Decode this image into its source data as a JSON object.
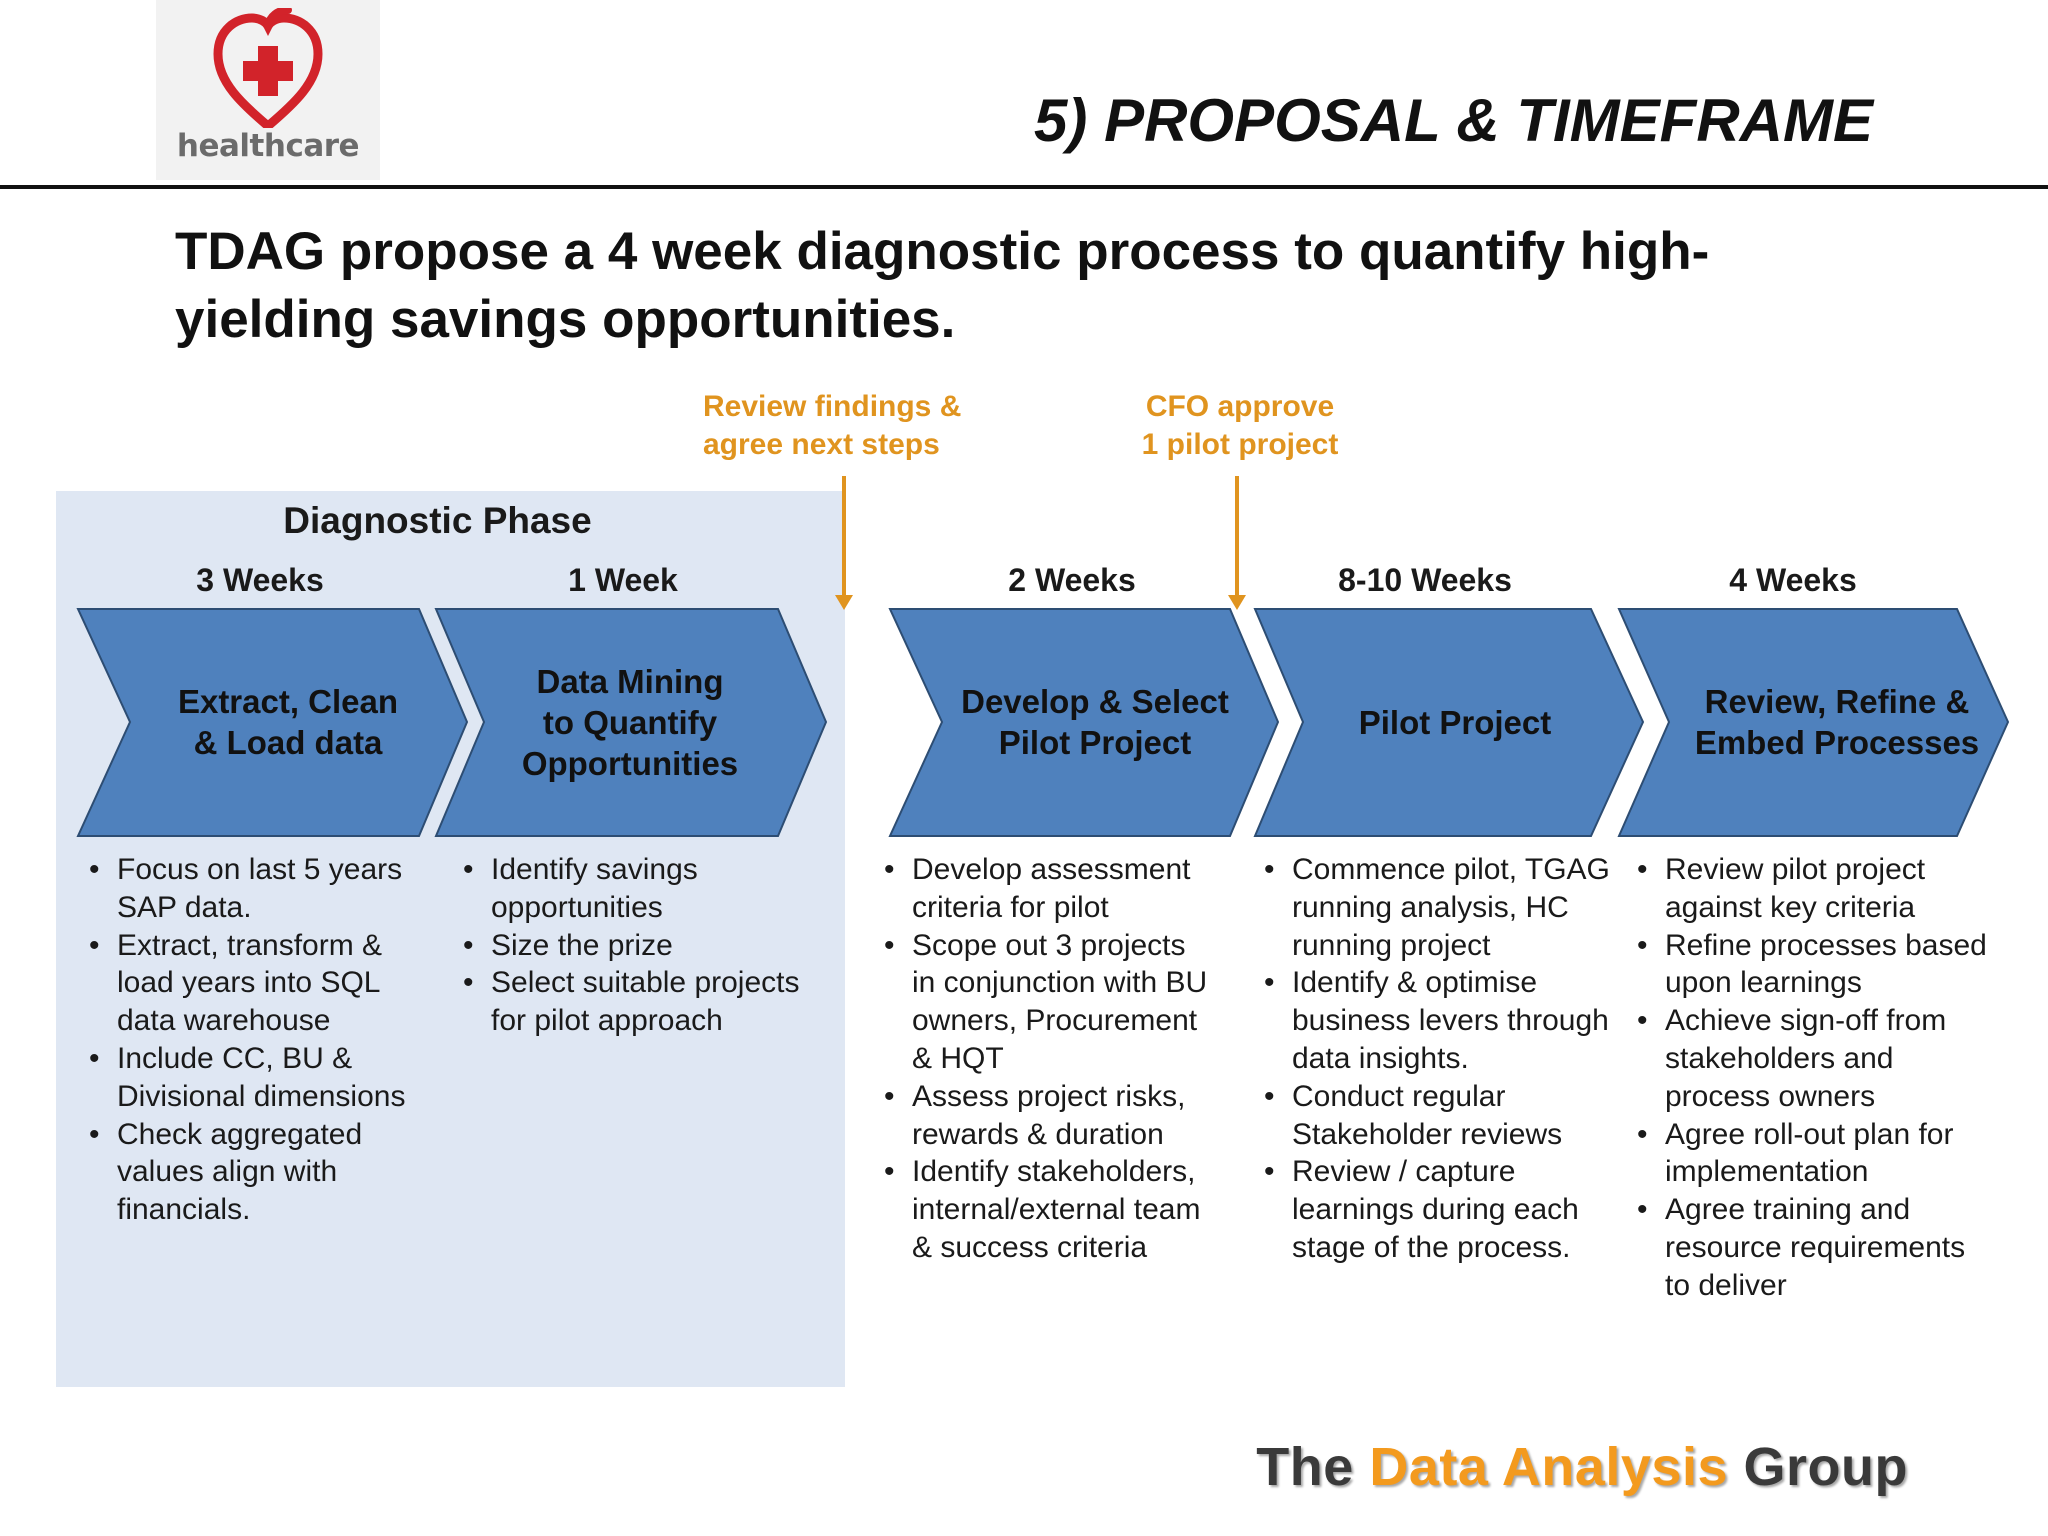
{
  "header": {
    "logo_text": "healthcare",
    "title": "5) PROPOSAL & TIMEFRAME"
  },
  "headline": "TDAG propose a 4 week diagnostic process to quantify high-yielding savings opportunities.",
  "diagnostic_phase": {
    "title": "Diagnostic Phase"
  },
  "milestones": [
    {
      "line1": "Review findings &",
      "line2": "agree next steps"
    },
    {
      "line1": "CFO approve",
      "line2": "1 pilot project"
    }
  ],
  "phases": [
    {
      "duration": "3 Weeks",
      "label_lines": [
        "Extract, Clean",
        "& Load data"
      ],
      "bullets": [
        "Focus on last 5 years SAP data.",
        "Extract, transform & load years into SQL data warehouse",
        "Include CC, BU & Divisional dimensions",
        "Check aggregated values align with financials."
      ]
    },
    {
      "duration": "1 Week",
      "label_lines": [
        "Data Mining",
        "to Quantify",
        "Opportunities"
      ],
      "bullets": [
        "Identify savings opportunities",
        "Size the prize",
        "Select suitable projects for pilot approach"
      ]
    },
    {
      "duration": "2 Weeks",
      "label_lines": [
        "Develop & Select",
        "Pilot Project"
      ],
      "bullets": [
        "Develop assessment criteria for pilot",
        "Scope out 3 projects in conjunction with BU owners, Procurement & HQT",
        "Assess project risks, rewards & duration",
        "Identify stakeholders, internal/external team & success criteria"
      ]
    },
    {
      "duration": "8-10 Weeks",
      "label_lines": [
        "Pilot Project"
      ],
      "bullets": [
        "Commence pilot, TGAG running analysis, HC running project",
        "Identify & optimise business levers through data insights.",
        "Conduct regular Stakeholder reviews",
        "Review / capture learnings during each stage of the process."
      ]
    },
    {
      "duration": "4 Weeks",
      "label_lines": [
        "Review, Refine &",
        "Embed Processes"
      ],
      "bullets": [
        "Review pilot project against key criteria",
        "Refine processes based upon learnings",
        "Achieve sign-off from stakeholders and process owners",
        "Agree roll-out plan for implementation",
        "Agree training and resource requirements to deliver"
      ]
    }
  ],
  "footer": {
    "brand_part1": "The",
    "brand_part2": "Data Analysis",
    "brand_part3": "Group"
  },
  "colors": {
    "chevron_fill": "#4f81bd",
    "chevron_stroke": "#2d4d73",
    "milestone": "#e0941f",
    "panel": "#dfe7f3",
    "logo_red": "#d2232a",
    "brand_orange": "#f39a1e"
  }
}
